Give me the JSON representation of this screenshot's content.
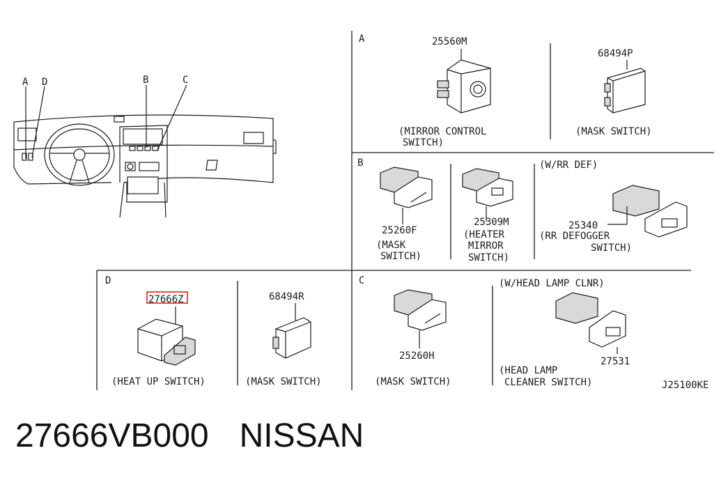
{
  "callouts": {
    "a": "A",
    "d": "D",
    "b": "B",
    "c": "C"
  },
  "sections": {
    "a": {
      "letter": "A",
      "items": [
        {
          "part": "25560M",
          "desc1": "(MIRROR CONTROL",
          "desc2": "SWITCH)"
        },
        {
          "part": "68494P",
          "desc1": "(MASK SWITCH)"
        }
      ]
    },
    "b": {
      "letter": "B",
      "condition": "(W/RR DEF)",
      "items": [
        {
          "part": "25260F",
          "desc1": "(MASK",
          "desc2": "SWITCH)"
        },
        {
          "part": "25309M",
          "desc1": "(HEATER",
          "desc2": "MIRROR",
          "desc3": "SWITCH)"
        },
        {
          "part": "25340",
          "desc1": "(RR DEFOGGER",
          "desc2": "SWITCH)"
        }
      ]
    },
    "d": {
      "letter": "D",
      "items": [
        {
          "part": "27666Z",
          "desc1": "(HEAT UP SWITCH)"
        },
        {
          "part": "68494R",
          "desc1": "(MASK SWITCH)"
        }
      ]
    },
    "c": {
      "letter": "C",
      "condition": "(W/HEAD LAMP CLNR)",
      "items": [
        {
          "part": "25260H",
          "desc1": "(MASK SWITCH)"
        },
        {
          "part": "27531",
          "desc1": "(HEAD LAMP",
          "desc2": "CLEANER SWITCH)"
        }
      ]
    }
  },
  "diagram_code": "J25100KE",
  "highlight_color": "#e02020",
  "footer": {
    "part_number": "27666VB000",
    "brand": "NISSAN"
  }
}
